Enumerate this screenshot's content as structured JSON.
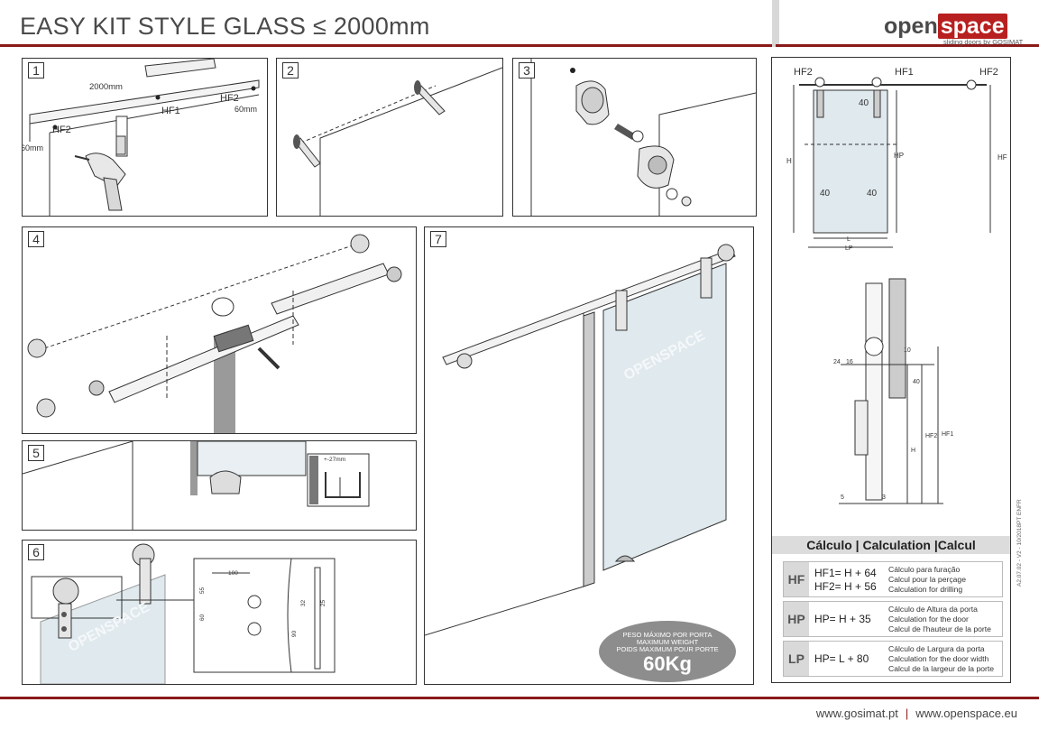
{
  "header": {
    "title": "EASY KIT STYLE GLASS ≤ 2000mm",
    "logo_part1": "open",
    "logo_part2": "space",
    "logo_sub": "sliding doors by GOSIMAT"
  },
  "panels": {
    "p1": {
      "num": "1",
      "dim_2000": "2000mm",
      "hf1": "HF1",
      "hf2_right": "HF2",
      "dim_60_right": "60mm",
      "hf2_left": "HF2",
      "dim_60_left": "60mm"
    },
    "p2": {
      "num": "2"
    },
    "p3": {
      "num": "3"
    },
    "p4": {
      "num": "4"
    },
    "p5": {
      "num": "5",
      "tolerance": "+-27mm"
    },
    "p6": {
      "num": "6",
      "brand": "OPENSPACE",
      "d100": "100",
      "d55": "55",
      "d60": "60",
      "d32": "32",
      "d25": "25",
      "d90": "90"
    },
    "p7": {
      "num": "7",
      "brand": "OPENSPACE"
    }
  },
  "weight_badge": {
    "line1": "PESO MÁXIMO POR PORTA",
    "line2": "MAXIMUM WEIGHT",
    "line3": "POIDS MAXIMUM POUR PORTE",
    "value": "60Kg"
  },
  "diagram_front": {
    "hf2_left": "HF2",
    "hf1": "HF1",
    "hf2_right": "HF2",
    "d40_top": "40",
    "h": "H",
    "hp": "HP",
    "hf": "HF",
    "d40_left": "40",
    "d40_right": "40",
    "l": "L",
    "lp": "LP"
  },
  "diagram_side": {
    "d24": "24",
    "d16": "16",
    "d40": "40",
    "d10": "10",
    "hf2": "HF2",
    "hf1": "HF1",
    "h": "H",
    "d5": "5",
    "d3": "3"
  },
  "calculation": {
    "heading": "Cálculo | Calculation |Calcul",
    "rows": [
      {
        "label": "HF",
        "formula1": "HF1= H + 64",
        "formula2": "HF2= H + 56",
        "desc1": "Cálculo para furação",
        "desc2": "Calcul pour la perçage",
        "desc3": "Calculation for drilling"
      },
      {
        "label": "HP",
        "formula1": "HP= H + 35",
        "desc1": "Cálculo de Altura da porta",
        "desc2": "Calculation for the door",
        "desc3": "Calcul de l'hauteur de la porte"
      },
      {
        "label": "LP",
        "formula1": "HP= L + 80",
        "desc1": "Cálculo de Largura da porta",
        "desc2": "Calculation for the door width",
        "desc3": "Calcul de la largeur de la porte"
      }
    ]
  },
  "side_code": "A2.07.02 - V2 - 10/2018PT ENFR",
  "footer": {
    "site1": "www.gosimat.pt",
    "separator": "|",
    "site2": "www.openspace.eu"
  },
  "colors": {
    "accent": "#8b1a1a",
    "logo_red": "#b81f1f",
    "glass": "#dfe9ee"
  }
}
